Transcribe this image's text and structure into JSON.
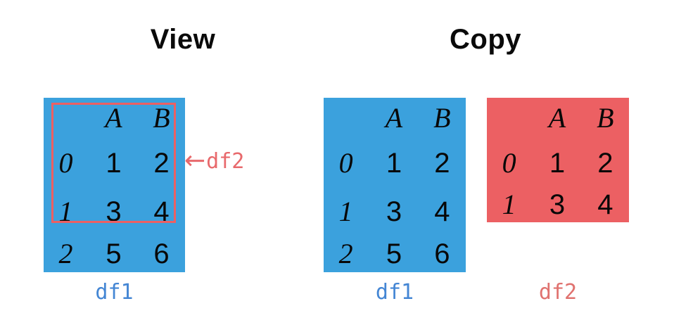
{
  "background": "#ffffff",
  "colors": {
    "blue_block": "#3ba1dd",
    "red_block": "#ec6063",
    "outline_red": "#ec6063",
    "caption_blue": "#4486d4",
    "caption_red": "#e0726f",
    "title_black": "#0a0a0a",
    "cell_text": "#080808"
  },
  "titles": {
    "view": "View",
    "copy": "Copy"
  },
  "dataframes": {
    "view_df1": {
      "caption": "df1",
      "columns": [
        "",
        "A",
        "B"
      ],
      "index": [
        "0",
        "1",
        "2"
      ],
      "rows": [
        [
          "0",
          "1",
          "2"
        ],
        [
          "1",
          "3",
          "4"
        ],
        [
          "2",
          "5",
          "6"
        ]
      ]
    },
    "copy_df1": {
      "caption": "df1",
      "columns": [
        "",
        "A",
        "B"
      ],
      "index": [
        "0",
        "1",
        "2"
      ],
      "rows": [
        [
          "0",
          "1",
          "2"
        ],
        [
          "1",
          "3",
          "4"
        ],
        [
          "2",
          "5",
          "6"
        ]
      ]
    },
    "copy_df2": {
      "caption": "df2",
      "columns": [
        "",
        "A",
        "B"
      ],
      "index": [
        "0",
        "1"
      ],
      "rows": [
        [
          "0",
          "1",
          "2"
        ],
        [
          "1",
          "3",
          "4"
        ]
      ]
    }
  },
  "callout": {
    "arrow": "←",
    "label": "df2"
  }
}
